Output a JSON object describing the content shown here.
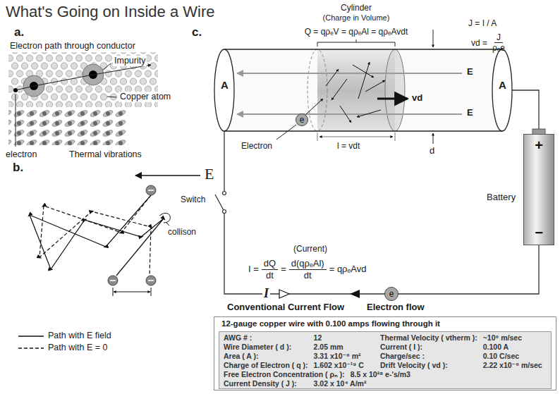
{
  "diagram": {
    "title": "What's Going on Inside a Wire",
    "nodes": [
      {
        "text": [
          "+",
          "−"
        ]
      },
      {
        "text": [
          "e"
        ]
      },
      {
        "text": [
          "e"
        ]
      },
      {
        "text": [
          "12-gauge copper wire with 0.100 amps flowing through it"
        ]
      },
      {
        "text": [
          "AWG # :",
          "12",
          "Thermal Velocity ( vtherm ):",
          "~10⁶ m/sec",
          "Wire Diameter ( d ):",
          "2.05 mm",
          "Current ( I ):",
          "0.100 A",
          "Area ( A ):",
          "3.31 x10⁻⁶ m²",
          "Charge/sec :",
          "0.10 C/sec",
          "Charge of Electron ( q ):",
          "1.602 x10⁻¹⁹ C",
          "Drift Velocity ( vd ):",
          "2.22 x10⁻⁶ m/sec",
          "Free Electron Concentration ( ρₙ ):",
          "8.5 x 10²⁸ e-'s/m3",
          "Current Density ( J ):",
          "3.02 x 10⁴ A/m²"
        ],
        "in": 3
      }
    ],
    "labels": [
      "a.",
      "Electron path through conductor",
      "Impurity",
      "Copper atom",
      "electron",
      "Thermal vibrations",
      "b.",
      "E",
      "collison",
      "c.",
      "Cylinder",
      "(Charge in Volume)",
      "Q = qρₑV = qρₑAl = qρₑAvdt",
      "J = I / A",
      "vd =",
      "J",
      "ρₑe",
      "A",
      "A",
      "E",
      "E",
      "vd",
      "Electron",
      "l = vdt",
      "d",
      "Switch",
      "Battery",
      "(Current)",
      "I =",
      "dQ",
      "dt",
      "=",
      "d(qρₑAl)",
      "dt",
      "= qρₑAvd",
      "I",
      "Conventional Current Flow",
      "Electron flow"
    ],
    "legend": [
      {
        "text": "Path with E field"
      },
      {
        "text": "Path with E = 0"
      }
    ]
  }
}
